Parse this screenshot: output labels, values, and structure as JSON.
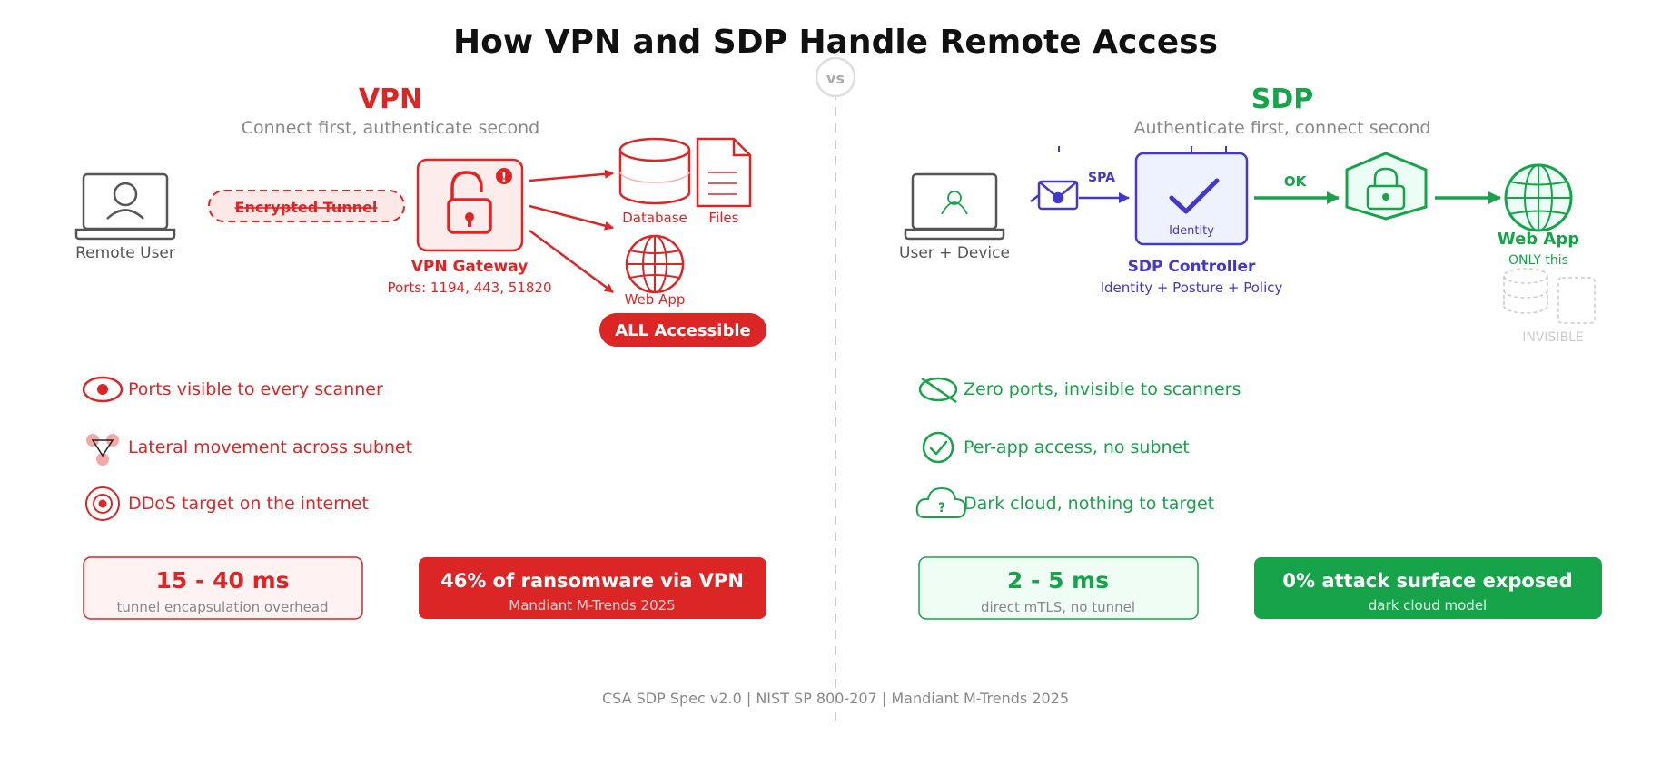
{
  "title": "How VPN and SDP Handle Remote Access",
  "vs_label": "vs",
  "colors": {
    "vpn": "#dc2626",
    "sdp": "#16a34a",
    "controller": "#4338ca",
    "gray": "#555555",
    "muted": "#888888",
    "faint": "#cccccc"
  },
  "vpn": {
    "heading": "VPN",
    "subheading": "Connect first, authenticate second",
    "user_label": "Remote User",
    "tunnel_label": "Encrypted Tunnel",
    "gateway_label": "VPN Gateway",
    "gateway_ports": "Ports: 1194, 443, 51820",
    "alert_glyph": "!",
    "targets": {
      "database": "Database",
      "files": "Files",
      "web_app": "Web App"
    },
    "access_badge": "ALL Accessible",
    "risks": [
      {
        "icon": "eye-icon",
        "text": "Ports visible to every scanner"
      },
      {
        "icon": "network-nodes-icon",
        "text": "Lateral movement across subnet"
      },
      {
        "icon": "target-icon",
        "text": "DDoS target on the internet"
      }
    ],
    "latency": {
      "value": "15 - 40 ms",
      "caption": "tunnel encapsulation overhead"
    },
    "stat": {
      "value": "46% of ransomware via VPN",
      "caption": "Mandiant M-Trends 2025"
    }
  },
  "sdp": {
    "heading": "SDP",
    "subheading": "Authenticate first, connect second",
    "user_label": "User + Device",
    "spa_label": "SPA",
    "controller_inner": "Identity",
    "controller_label": "SDP Controller",
    "controller_sub": "Identity + Posture + Policy",
    "ok_label": "OK",
    "web_app_label": "Web App",
    "web_app_sub": "ONLY this",
    "invisible_label": "INVISIBLE",
    "benefits": [
      {
        "icon": "eye-off-icon",
        "text": "Zero ports, invisible to scanners"
      },
      {
        "icon": "check-circle-icon",
        "text": "Per-app access, no subnet"
      },
      {
        "icon": "cloud-question-icon",
        "text": "Dark cloud, nothing to target"
      }
    ],
    "latency": {
      "value": "2 - 5 ms",
      "caption": "direct mTLS, no tunnel"
    },
    "stat": {
      "value": "0% attack surface exposed",
      "caption": "dark cloud model"
    }
  },
  "footer": "CSA SDP Spec v2.0 | NIST SP 800-207 | Mandiant M-Trends 2025"
}
